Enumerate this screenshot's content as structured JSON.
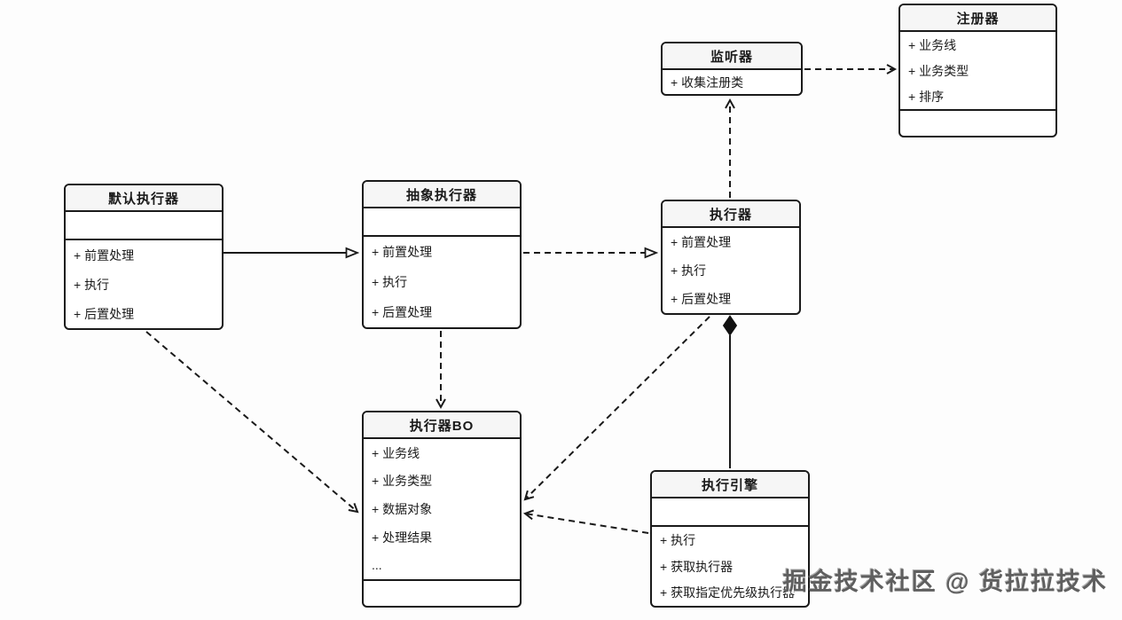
{
  "diagram": {
    "type": "uml-class-diagram",
    "colors": {
      "border": "#1a1a1a",
      "title_bg": "#f6f6f6",
      "body_bg": "#ffffff",
      "line": "#1a1a1a",
      "watermark": "#5f5f5f"
    },
    "watermark": "掘金技术社区 @ 货拉拉技术",
    "classes": {
      "registrar": {
        "name": "注册器",
        "members": [
          "+ 业务线",
          "+ 业务类型",
          "+ 排序"
        ]
      },
      "listener": {
        "name": "监听器",
        "members": [
          "+ 收集注册类"
        ]
      },
      "default_executor": {
        "name": "默认执行器",
        "members": [
          "+ 前置处理",
          "+ 执行",
          "+ 后置处理"
        ]
      },
      "abstract_executor": {
        "name": "抽象执行器",
        "members": [
          "+ 前置处理",
          "+ 执行",
          "+ 后置处理"
        ]
      },
      "executor": {
        "name": "执行器",
        "members": [
          "+ 前置处理",
          "+ 执行",
          "+ 后置处理"
        ]
      },
      "executor_bo": {
        "name": "执行器BO",
        "members": [
          "+ 业务线",
          "+ 业务类型",
          "+ 数据对象",
          "+ 处理结果",
          "..."
        ]
      },
      "engine": {
        "name": "执行引擎",
        "members": [
          "+ 执行",
          "+ 获取执行器",
          "+ 获取指定优先级执行器"
        ]
      }
    },
    "relations": [
      {
        "from": "默认执行器",
        "to": "抽象执行器",
        "line": "solid",
        "arrow": "hollow-triangle"
      },
      {
        "from": "抽象执行器",
        "to": "执行器",
        "line": "dashed",
        "arrow": "hollow-triangle"
      },
      {
        "from": "抽象执行器",
        "to": "执行器BO",
        "line": "dashed",
        "arrow": "open"
      },
      {
        "from": "默认执行器",
        "to": "执行器BO",
        "line": "dashed",
        "arrow": "open"
      },
      {
        "from": "执行器",
        "to": "执行器BO",
        "line": "dashed",
        "arrow": "open"
      },
      {
        "from": "执行引擎",
        "to": "执行器BO",
        "line": "dashed",
        "arrow": "open"
      },
      {
        "from": "执行引擎",
        "to": "执行器",
        "line": "solid",
        "arrow": "filled-diamond"
      },
      {
        "from": "执行器",
        "to": "监听器",
        "line": "dashed",
        "arrow": "open"
      },
      {
        "from": "监听器",
        "to": "注册器",
        "line": "dashed",
        "arrow": "open"
      }
    ]
  }
}
